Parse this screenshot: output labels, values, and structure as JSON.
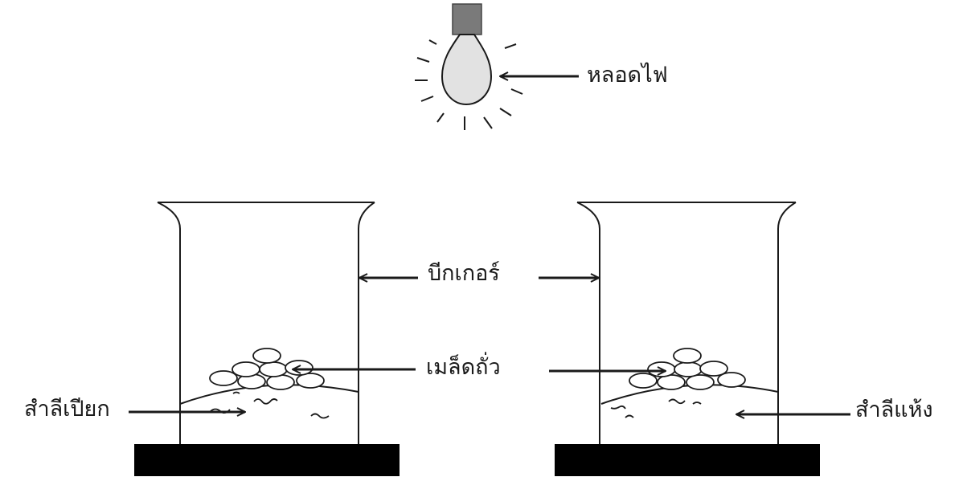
{
  "labels": {
    "bulb": "หลอดไฟ",
    "beaker": "บีกเกอร์",
    "seeds": "เมล็ดถั่ว",
    "wet_cotton": "สำลีเปียก",
    "dry_cotton": "สำลีแห้ง"
  },
  "colors": {
    "line": "#1a1a1a",
    "bulb_fill": "#e2e2e2",
    "bulb_base": "#7a7a7a",
    "stand": "#000000"
  }
}
